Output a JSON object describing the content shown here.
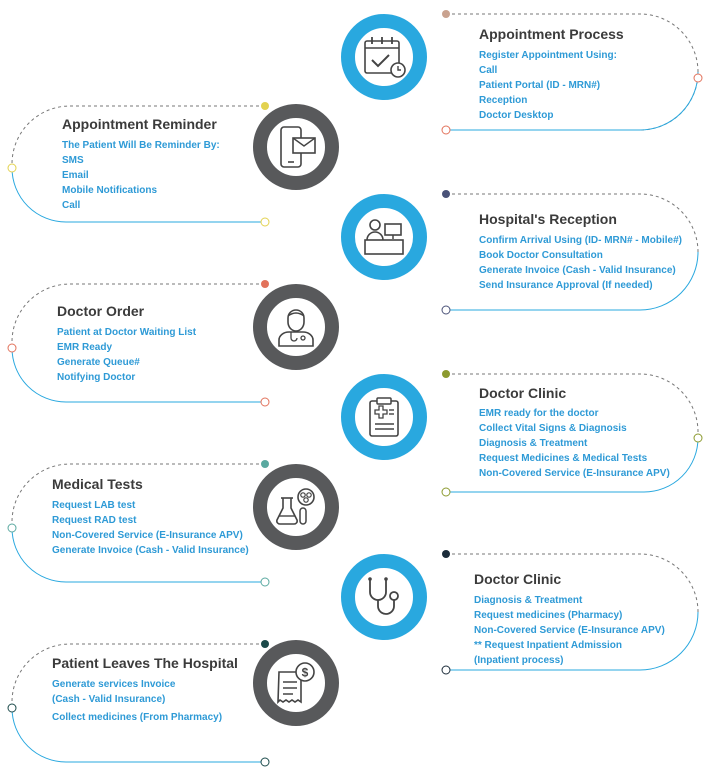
{
  "steps": [
    {
      "title": "Appointment Process",
      "lines": [
        "Register Appointment Using:",
        "Call",
        "Patient Portal (ID - MRN#)",
        "Reception",
        "Doctor Desktop"
      ],
      "icon": "calendar-check-icon"
    },
    {
      "title": "Appointment Reminder",
      "lines": [
        "The Patient Will Be Reminder By:",
        "SMS",
        "Email",
        "Mobile Notifications",
        "Call"
      ],
      "icon": "phone-mail-icon"
    },
    {
      "title": "Hospital's Reception",
      "lines": [
        "Confirm Arrival Using (ID- MRN# - Mobile#)",
        "Book Doctor Consultation",
        "Generate Invoice (Cash - Valid Insurance)",
        "Send Insurance Approval (If needed)"
      ],
      "icon": "reception-desk-icon"
    },
    {
      "title": "Doctor Order",
      "lines": [
        "Patient at Doctor Waiting List",
        "EMR Ready",
        "Generate Queue#",
        "Notifying Doctor"
      ],
      "icon": "doctor-icon"
    },
    {
      "title": "Doctor Clinic",
      "lines": [
        "EMR ready for the doctor",
        "Collect Vital Signs & Diagnosis",
        "Diagnosis & Treatment",
        "Request Medicines & Medical Tests",
        "Non-Covered Service (E-Insurance APV)"
      ],
      "icon": "clipboard-medical-icon"
    },
    {
      "title": "Medical Tests",
      "lines": [
        "Request LAB test",
        "Request RAD test",
        "Non-Covered Service (E-Insurance APV)",
        "Generate Invoice (Cash - Valid Insurance)"
      ],
      "icon": "lab-flasks-icon"
    },
    {
      "title": "Doctor Clinic",
      "lines": [
        "Diagnosis & Treatment",
        "Request medicines (Pharmacy)",
        "Non-Covered Service (E-Insurance APV)",
        "** Request Inpatient Admission",
        "(Inpatient process)"
      ],
      "icon": "stethoscope-icon"
    },
    {
      "title": "Patient Leaves The Hospital",
      "lines": [
        "Generate services Invoice",
        "(Cash - Valid Insurance)",
        "Collect medicines (From Pharmacy)"
      ],
      "icon": "invoice-dollar-icon"
    }
  ],
  "colors": {
    "ring_blue": "#29a8df",
    "ring_dark": "#58595b",
    "text_blue": "#2e9ad6",
    "title": "#3b3b3b",
    "dot_tan": "#c9a28f",
    "dot_yellow": "#e3d24f",
    "dot_navy": "#4a5278",
    "dot_orange": "#e2725b",
    "dot_olive": "#8c9a2f",
    "dot_teal": "#5aa9a0",
    "dot_black": "#1b2c3a"
  }
}
